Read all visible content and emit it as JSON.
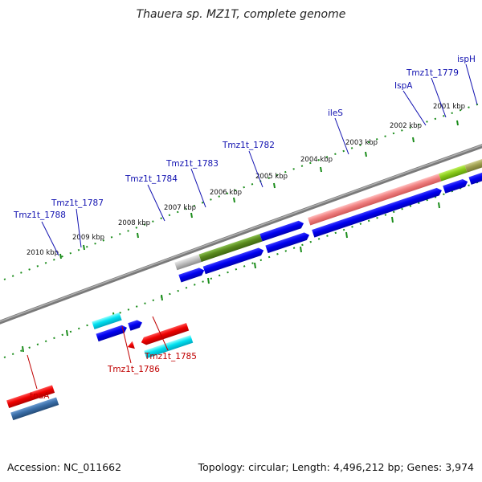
{
  "title": "Thauera sp. MZ1T, complete genome",
  "footer": {
    "accession": "Accession: NC_011662",
    "stats": "Topology: circular; Length: 4,496,212 bp; Genes: 3,974"
  },
  "colors": {
    "backbone": "#808080",
    "tick": "#1a8c1a",
    "label_forward": "#1010b0",
    "label_reverse": "#c00000",
    "gene_blue": "#0000e0",
    "gene_red": "#ee0000",
    "gene_cyan": "#00e0f0",
    "gene_steelblue": "#3a6ea8",
    "gene_olive": "#5a8a1e",
    "gene_pink": "#f08080",
    "gene_gray": "#c0c0c0",
    "gene_yellowgreen": "#8acc1a",
    "gene_khaki": "#a0a050",
    "gene_slate": "#5050c0"
  },
  "scale": {
    "kbp_labels": [
      "2010 kbp",
      "2009 kbp",
      "2008 kbp",
      "2007 kbp",
      "2006 kbp",
      "2005 kbp",
      "2004 kbp",
      "2003 kbp",
      "2002 kbp",
      "2001 kbp"
    ]
  },
  "genes": {
    "forward_labels": [
      "Tmz1t_1788",
      "Tmz1t_1787",
      "Tmz1t_1784",
      "Tmz1t_1783",
      "Tmz1t_1782",
      "ileS",
      "IspA",
      "Tmz1t_1779",
      "ispH"
    ],
    "reverse_labels": [
      "tnaA",
      "Tmz1t_1786",
      "Tmz1t_1785"
    ]
  }
}
